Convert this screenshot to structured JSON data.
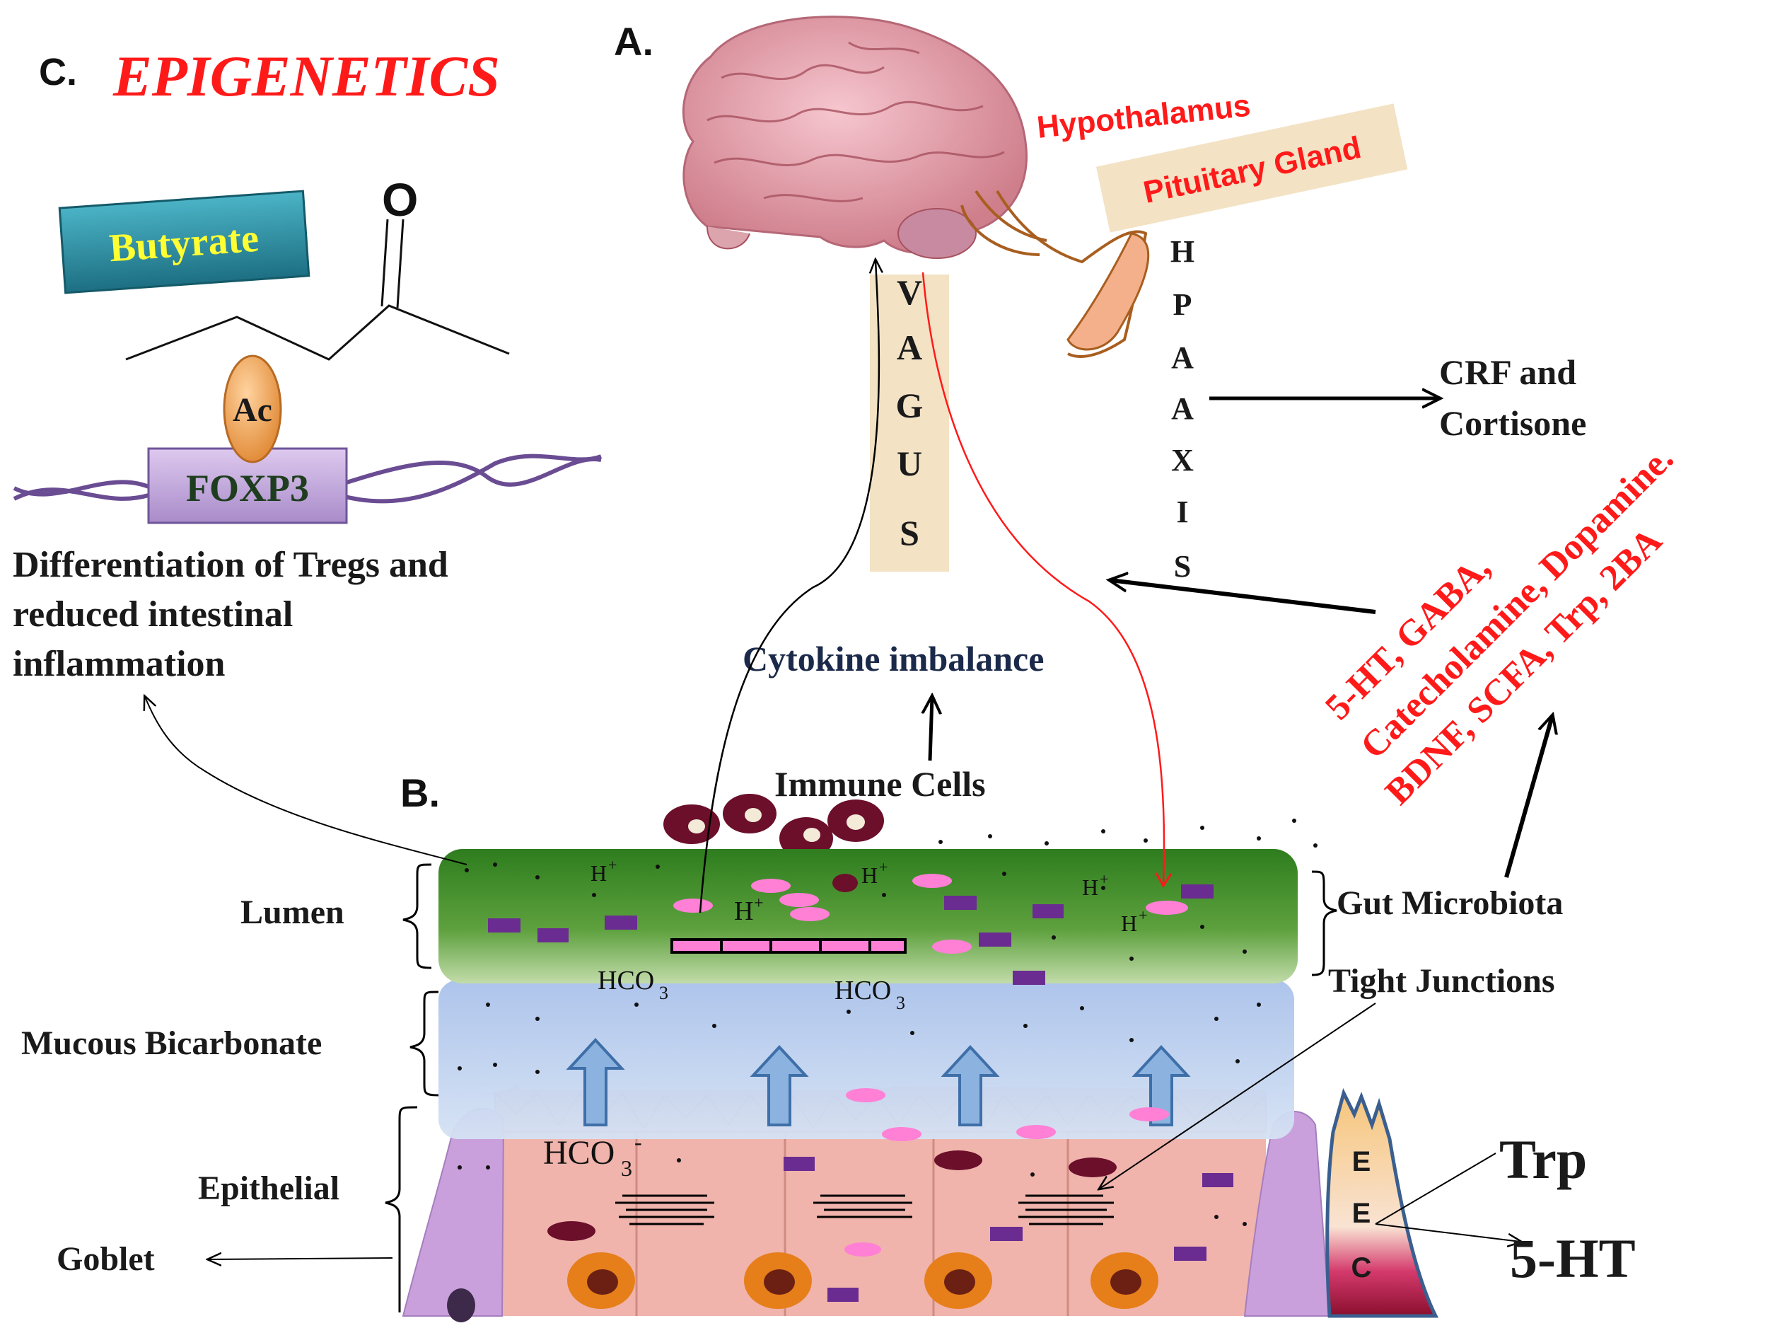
{
  "panels": {
    "a": "A.",
    "b": "B.",
    "c": "C."
  },
  "epigenetics": {
    "title": "EPIGENETICS",
    "butyrate": "Butyrate",
    "oxygen": "O",
    "acetyl": "Ac",
    "gene": "FOXP3",
    "outcome_lines": [
      "Differentiation of Tregs and",
      "reduced intestinal",
      "inflammation"
    ]
  },
  "brain": {
    "hypothalamus": "Hypothalamus",
    "pituitary": "Pituitary Gland",
    "vagus_letters": [
      "V",
      "A",
      "G",
      "U",
      "S"
    ],
    "hpa_letters": [
      "H",
      "P",
      "A",
      "A",
      "X",
      "I",
      "S"
    ],
    "crf_lines": [
      "CRF and",
      "Cortisone"
    ]
  },
  "mediators": {
    "lines": [
      "5-HT, GABA,",
      "Catecholamine, Dopamine.",
      "BDNF, SCFA, Trp, 2BA"
    ]
  },
  "immune": {
    "cytokine": "Cytokine imbalance",
    "immune_cells": "Immune  Cells"
  },
  "gut": {
    "layers": {
      "lumen": "Lumen",
      "mucous": "Mucous Bicarbonate",
      "epithelial": "Epithelial",
      "goblet": "Goblet"
    },
    "right_labels": {
      "microbiota": "Gut Microbiota",
      "tight_junctions": "Tight Junctions"
    },
    "ions": {
      "h": "H",
      "plus": "+",
      "hco": "HCO",
      "sub": "3",
      "minus": "-"
    },
    "eec_letters": [
      "E",
      "E",
      "C"
    ],
    "trp": "Trp",
    "serotonin": "5-HT"
  },
  "colors": {
    "red_text": "#ff1a1a",
    "lumen_green": "#2e7d1e",
    "mucus_blue": "#a9c1ea",
    "epithelium_pink": "#f0b4ac",
    "goblet_purple": "#c9a0dc",
    "label_beige": "#f3e2c4",
    "butyrate_teal": "#2a8fa3",
    "butyrate_text": "#ffff33",
    "foxp3_purple": "#c8aee0",
    "acetyl_orange": "#f2a55a",
    "immune_maroon": "#6b0f2b"
  }
}
